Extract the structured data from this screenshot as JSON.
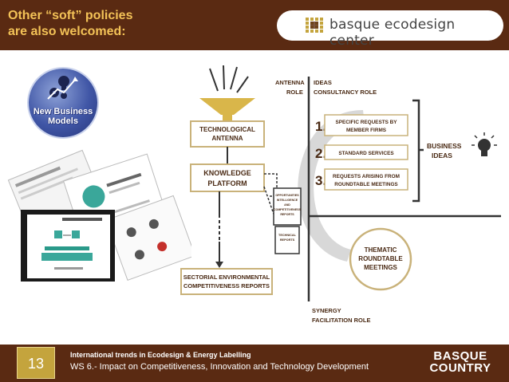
{
  "header": {
    "title": "Other “soft” policies\nare also welcomed:",
    "logo_text": "basque ecodesign center",
    "logo_icon": "grid-logo-icon"
  },
  "badge": {
    "label": "New Business\nModels",
    "icon": "lightbulb-gears-icon"
  },
  "diagram": {
    "funnel_label_1": "TECHNOLOGICAL",
    "funnel_label_2": "ANTENNA",
    "platform_label_1": "KNOWLEDGE",
    "platform_label_2": "PLATFORM",
    "reports_label_1": "SECTORIAL ENVIRONMENTAL",
    "reports_label_2": "COMPETITIVENESS REPORTS",
    "antenna_role_1": "ANTENNA",
    "antenna_role_2": "ROLE",
    "ideas_role_1": "IDEAS",
    "ideas_role_2": "CONSULTANCY ROLE",
    "item1_num": "1.",
    "item1_label_1": "SPECIFIC REQUESTS BY",
    "item1_label_2": "MEMBER FIRMS",
    "item2_num": "2.",
    "item2_label": "STANDARD SERVICES",
    "item3_num": "3.",
    "item3_label_1": "REQUESTS ARISING FROM",
    "item3_label_2": "ROUNDTABLE MEETINGS",
    "business_ideas_1": "BUSINESS",
    "business_ideas_2": "IDEAS",
    "thematic_1": "THEMATIC",
    "thematic_2": "ROUNDTABLE",
    "thematic_3": "MEETINGS",
    "synergy_1": "SYNERGY",
    "synergy_2": "FACILITATION ROLE",
    "doc1_1": "OPPORTUNITIES",
    "doc1_2": "INTELLIGENCE",
    "doc1_3": "AND",
    "doc1_4": "COMPETITIVENESS",
    "doc1_5": "REPORTS",
    "doc2_1": "TECHNICAL",
    "doc2_2": "REPORTS"
  },
  "footer": {
    "page_number": "13",
    "line1": "International trends in Ecodesign & Energy Labelling",
    "line2": "WS 6.- Impact on Competitiveness, Innovation and Technology Development",
    "logo": "BASQUE\nCOUNTRY"
  },
  "colors": {
    "brand_brown": "#5a2a12",
    "accent_gold": "#c4a43d",
    "title_yellow": "#f3c257"
  }
}
